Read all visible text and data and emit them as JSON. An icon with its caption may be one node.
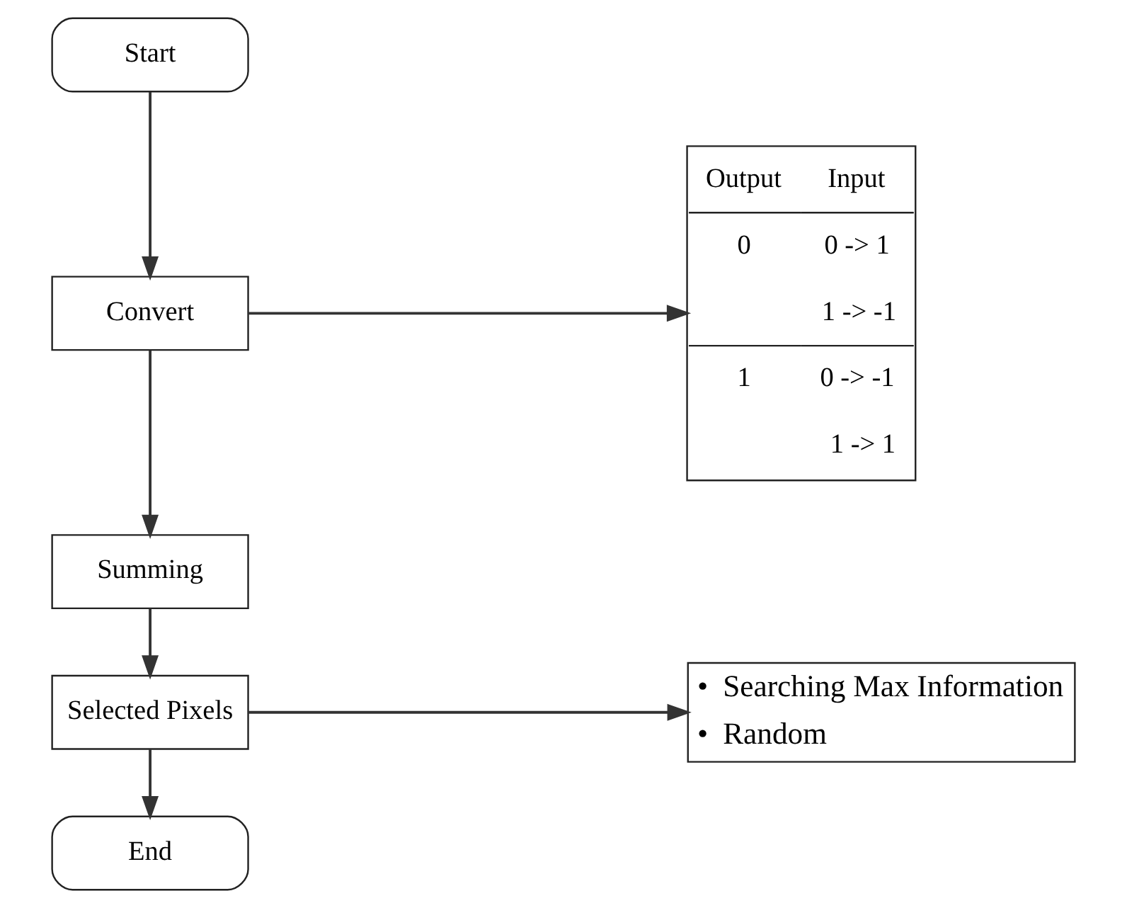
{
  "diagram": {
    "nodes": [
      {
        "text": [
          "Start"
        ]
      },
      {
        "text": [
          "Convert"
        ]
      },
      {
        "text": [
          "Summing"
        ]
      },
      {
        "text": [
          "Selected Pixels"
        ]
      },
      {
        "text": [
          "End"
        ]
      },
      {
        "text": [
          "Output",
          "Input",
          "0",
          "0 -> 1",
          "1 -> -1",
          "1",
          "0 -> -1",
          "1 -> 1"
        ]
      },
      {
        "text": [
          "Searching Max Information",
          "Random"
        ]
      }
    ],
    "edges": [
      {
        "from": 0,
        "to": 1,
        "arrow": "to"
      },
      {
        "from": 1,
        "to": 2,
        "arrow": "to"
      },
      {
        "from": 2,
        "to": 3,
        "arrow": "to"
      },
      {
        "from": 3,
        "to": 4,
        "arrow": "to"
      },
      {
        "from": 1,
        "to": 5,
        "arrow": "to"
      },
      {
        "from": 3,
        "to": 6,
        "arrow": "to"
      }
    ],
    "labels": [
      "•",
      "•"
    ]
  }
}
